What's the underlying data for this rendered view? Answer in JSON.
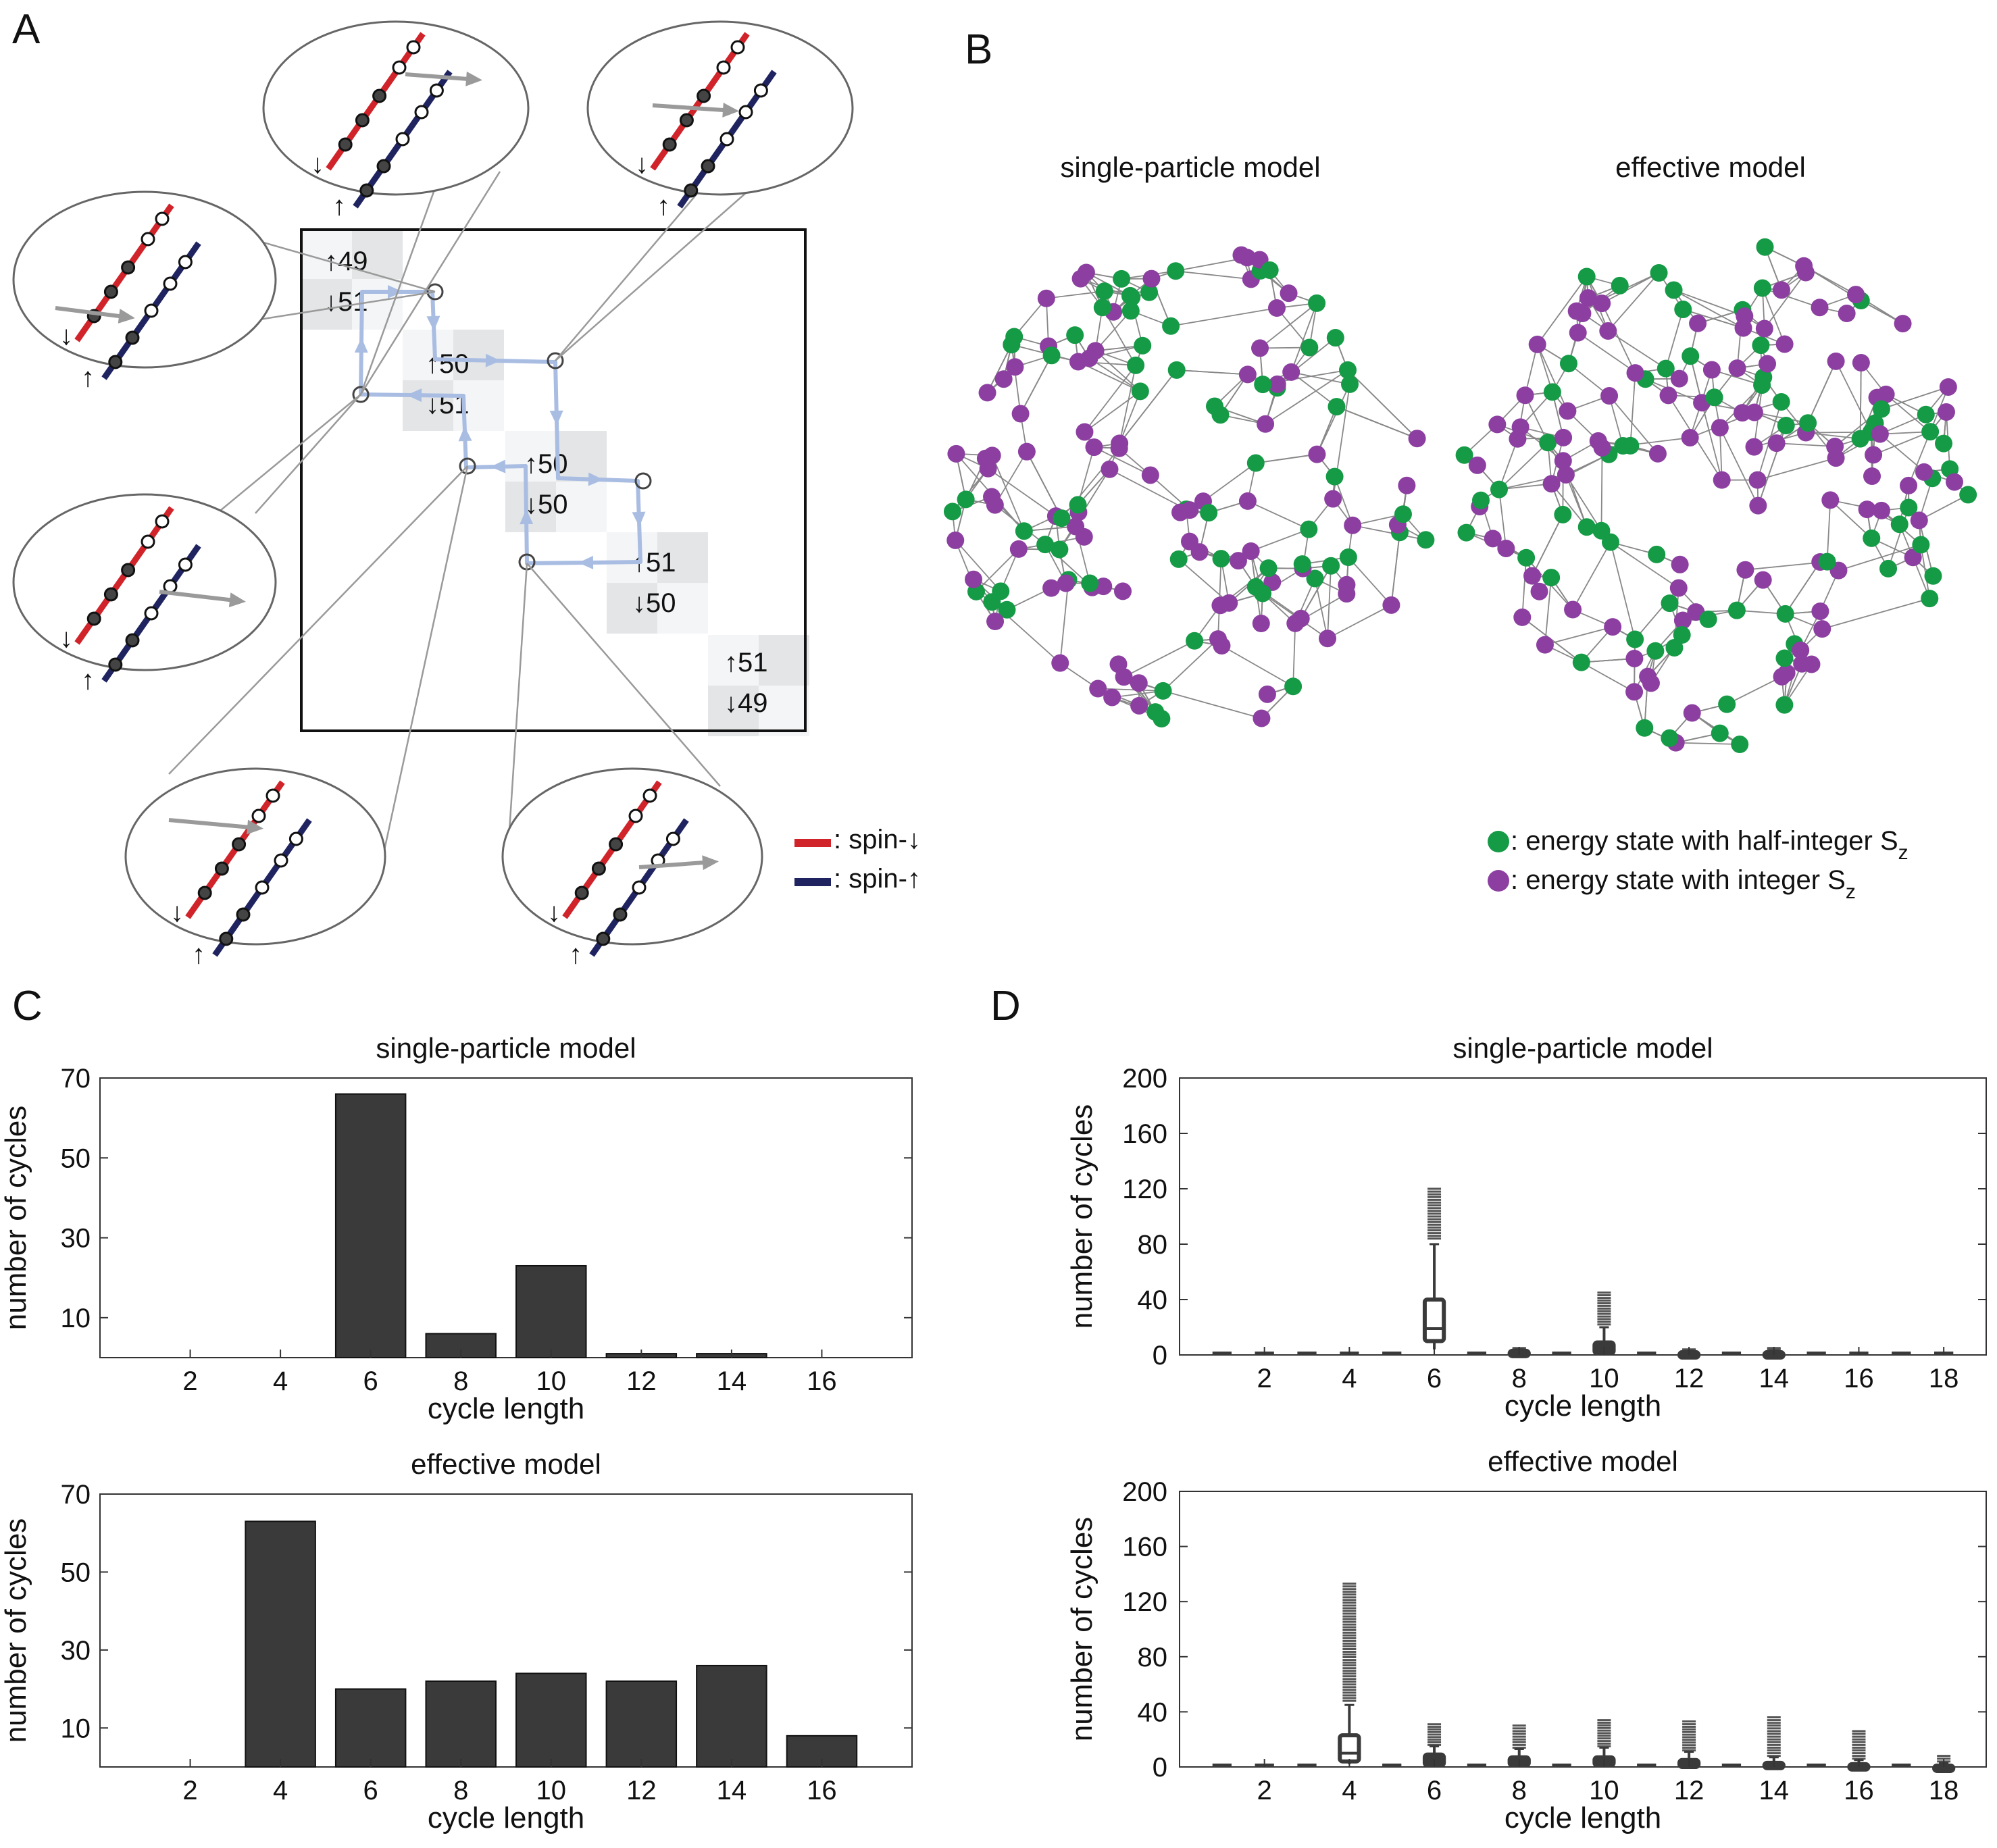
{
  "panels": {
    "a": {
      "letter": "A",
      "blocks": [
        {
          "up": "↑49",
          "down": "↓51"
        },
        {
          "up": "↑50",
          "down": "↓51"
        },
        {
          "up": "↑50",
          "down": "↓50"
        },
        {
          "up": "↑51",
          "down": "↓50"
        },
        {
          "up": "↑51",
          "down": "↓49"
        }
      ],
      "legend": [
        {
          "label": ": spin-↓",
          "color": "#d1232a"
        },
        {
          "label": ": spin-↑",
          "color": "#1f2460"
        }
      ],
      "zoom_marks": {
        "down": "↓",
        "up": "↑"
      }
    },
    "b": {
      "letter": "B",
      "titles": [
        "single-particle model",
        "effective model"
      ],
      "legend": [
        {
          "label": ": energy state with half-integer S",
          "sub": "z",
          "color": "#159a46"
        },
        {
          "label": ": energy state with integer S",
          "sub": "z",
          "color": "#8c3fa1"
        }
      ]
    },
    "c": {
      "letter": "C"
    },
    "d": {
      "letter": "D"
    }
  },
  "colors": {
    "bar": "#3a3a3a",
    "box": "#3a3a3a",
    "half_integer": "#159a46",
    "integer": "#8c3fa1",
    "path": "#a9bde3",
    "block_dark": "#e3e5e6",
    "block_light": "#f4f5f7"
  },
  "chart_data": [
    {
      "panel": "C",
      "type": "bar",
      "title": "single-particle model",
      "xlabel": "cycle length",
      "ylabel": "number of cycles",
      "x": [
        2,
        4,
        6,
        8,
        10,
        12,
        14,
        16
      ],
      "values": [
        0,
        0,
        66,
        6,
        23,
        1,
        1,
        0
      ],
      "xlim": [
        0,
        18
      ],
      "ylim": [
        0,
        70
      ],
      "yticks": [
        10,
        30,
        50,
        70
      ],
      "grid": false
    },
    {
      "panel": "C",
      "type": "bar",
      "title": "effective model",
      "xlabel": "cycle length",
      "ylabel": "number of cycles",
      "x": [
        2,
        4,
        6,
        8,
        10,
        12,
        14,
        16
      ],
      "values": [
        0,
        63,
        20,
        22,
        24,
        22,
        26,
        8
      ],
      "xlim": [
        0,
        18
      ],
      "ylim": [
        0,
        70
      ],
      "yticks": [
        10,
        30,
        50,
        70
      ],
      "grid": false
    },
    {
      "panel": "D",
      "type": "box",
      "title": "single-particle model",
      "xlabel": "cycle length",
      "ylabel": "number of cycles",
      "x": [
        1,
        2,
        3,
        4,
        5,
        6,
        7,
        8,
        9,
        10,
        11,
        12,
        13,
        14,
        15,
        16,
        17,
        18
      ],
      "xticks": [
        2,
        4,
        6,
        8,
        10,
        12,
        14,
        16,
        18
      ],
      "xlim": [
        0,
        19
      ],
      "ylim": [
        0,
        200
      ],
      "yticks": [
        0,
        40,
        80,
        120,
        160,
        200
      ],
      "boxes": [
        {
          "x": 6,
          "q1": 10,
          "median": 19,
          "q3": 40,
          "wlo": 4,
          "whi": 80,
          "outliers_from": 84,
          "outliers_to": 120
        },
        {
          "x": 8,
          "q1": 0,
          "median": 1,
          "q3": 3,
          "wlo": 0,
          "whi": 4,
          "outliers_from": 4,
          "outliers_to": 5
        },
        {
          "x": 10,
          "q1": 1,
          "median": 4,
          "q3": 9,
          "wlo": 0,
          "whi": 20,
          "outliers_from": 22,
          "outliers_to": 45
        },
        {
          "x": 12,
          "q1": 0,
          "median": 1,
          "q3": 2,
          "wlo": 0,
          "whi": 3,
          "outliers_from": 3,
          "outliers_to": 4
        },
        {
          "x": 14,
          "q1": 0,
          "median": 1,
          "q3": 2,
          "wlo": 0,
          "whi": 3,
          "outliers_from": 3,
          "outliers_to": 5
        }
      ],
      "zero_series": [
        1,
        2,
        3,
        4,
        5,
        7,
        9,
        11,
        13,
        15,
        16,
        17,
        18
      ]
    },
    {
      "panel": "D",
      "type": "box",
      "title": "effective model",
      "xlabel": "cycle length",
      "ylabel": "number of cycles",
      "x": [
        1,
        2,
        3,
        4,
        5,
        6,
        7,
        8,
        9,
        10,
        11,
        12,
        13,
        14,
        15,
        16,
        17,
        18
      ],
      "xticks": [
        2,
        4,
        6,
        8,
        10,
        12,
        14,
        16,
        18
      ],
      "xlim": [
        0,
        19
      ],
      "ylim": [
        0,
        200
      ],
      "yticks": [
        0,
        40,
        80,
        120,
        160,
        200
      ],
      "boxes": [
        {
          "x": 4,
          "q1": 4,
          "median": 10,
          "q3": 23,
          "wlo": 2,
          "whi": 45,
          "outliers_from": 48,
          "outliers_to": 133
        },
        {
          "x": 6,
          "q1": 1,
          "median": 3,
          "q3": 9,
          "wlo": 0,
          "whi": 15,
          "outliers_from": 16,
          "outliers_to": 31
        },
        {
          "x": 8,
          "q1": 1,
          "median": 3,
          "q3": 7,
          "wlo": 0,
          "whi": 13,
          "outliers_from": 14,
          "outliers_to": 30
        },
        {
          "x": 10,
          "q1": 1,
          "median": 3,
          "q3": 7,
          "wlo": 0,
          "whi": 14,
          "outliers_from": 15,
          "outliers_to": 34
        },
        {
          "x": 12,
          "q1": 0,
          "median": 2,
          "q3": 5,
          "wlo": 0,
          "whi": 11,
          "outliers_from": 12,
          "outliers_to": 33
        },
        {
          "x": 14,
          "q1": 0,
          "median": 1,
          "q3": 3,
          "wlo": 0,
          "whi": 7,
          "outliers_from": 8,
          "outliers_to": 36
        },
        {
          "x": 16,
          "q1": 0,
          "median": 1,
          "q3": 2,
          "wlo": 0,
          "whi": 5,
          "outliers_from": 6,
          "outliers_to": 26
        },
        {
          "x": 18,
          "q1": 0,
          "median": 0,
          "q3": 1,
          "wlo": 0,
          "whi": 3,
          "outliers_from": 4,
          "outliers_to": 8
        }
      ],
      "zero_series": [
        1,
        2,
        3,
        5,
        7,
        9,
        11,
        13,
        15,
        17
      ]
    }
  ]
}
